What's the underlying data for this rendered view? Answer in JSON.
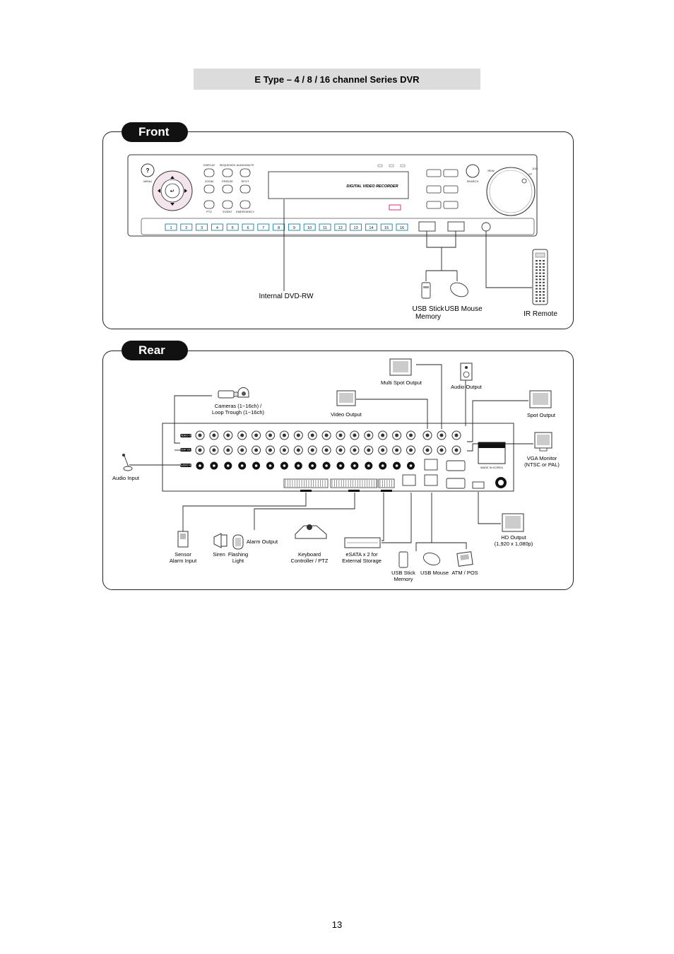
{
  "header": {
    "title": "E Type – 4 / 8 / 16 channel Series DVR"
  },
  "front": {
    "tab_label": "Front",
    "device_text": "DIGITAL VIDEO RECORDER",
    "button_labels": {
      "menu": "MENU",
      "display": "DISPLAY",
      "sequence": "SEQUENCE",
      "audio": "AUDIO/MUTE",
      "zoom": "ZOOM",
      "freeze": "FREEZE",
      "spot": "SPOT",
      "ptz": "PTZ",
      "event": "EVENT",
      "emergency": "EMERGENCY",
      "search": "SEARCH",
      "jog": "JOG",
      "rew": "REW",
      "ff": "FF"
    },
    "channels": [
      "1",
      "2",
      "3",
      "4",
      "5",
      "6",
      "7",
      "8",
      "9",
      "10",
      "11",
      "12",
      "13",
      "14",
      "15",
      "16"
    ],
    "labels": {
      "dvd": "Internal DVD-RW",
      "usb_stick": "USB Stick\nMemory",
      "usb_mouse": "USB Mouse",
      "ir_remote": "IR Remote"
    }
  },
  "rear": {
    "tab_label": "Rear",
    "labels": {
      "multi_spot": "Multi Spot Output",
      "audio_output": "Audio Output",
      "cameras": "Cameras (1~16ch) /\nLoop Trough (1~16ch)",
      "video_output": "Video Output",
      "spot_output": "Spot Output",
      "vga_monitor": "VGA Monitor\n(NTSC or PAL)",
      "audio_input": "Audio Input",
      "hd_output": "HD Output\n(1,920 x 1,080p)",
      "sensor": "Sensor\nAlarm Input",
      "siren": "Siren",
      "flashing_light": "Flashing\nLight",
      "alarm_output": "Alarm Output",
      "keyboard": "Keyboard\nController / PTZ",
      "esata": "eSATA x 2 for\nExternal Storage",
      "usb_stick": "USB Stick\nMemory",
      "usb_mouse": "USB Mouse",
      "atm_pos": "ATM / POS"
    },
    "row_labels": [
      "VIDEO IN",
      "LOOP OUT",
      "AUDIO IN"
    ],
    "made_in": "MADE IN KOREA"
  },
  "footer": {
    "page_number": "13"
  }
}
